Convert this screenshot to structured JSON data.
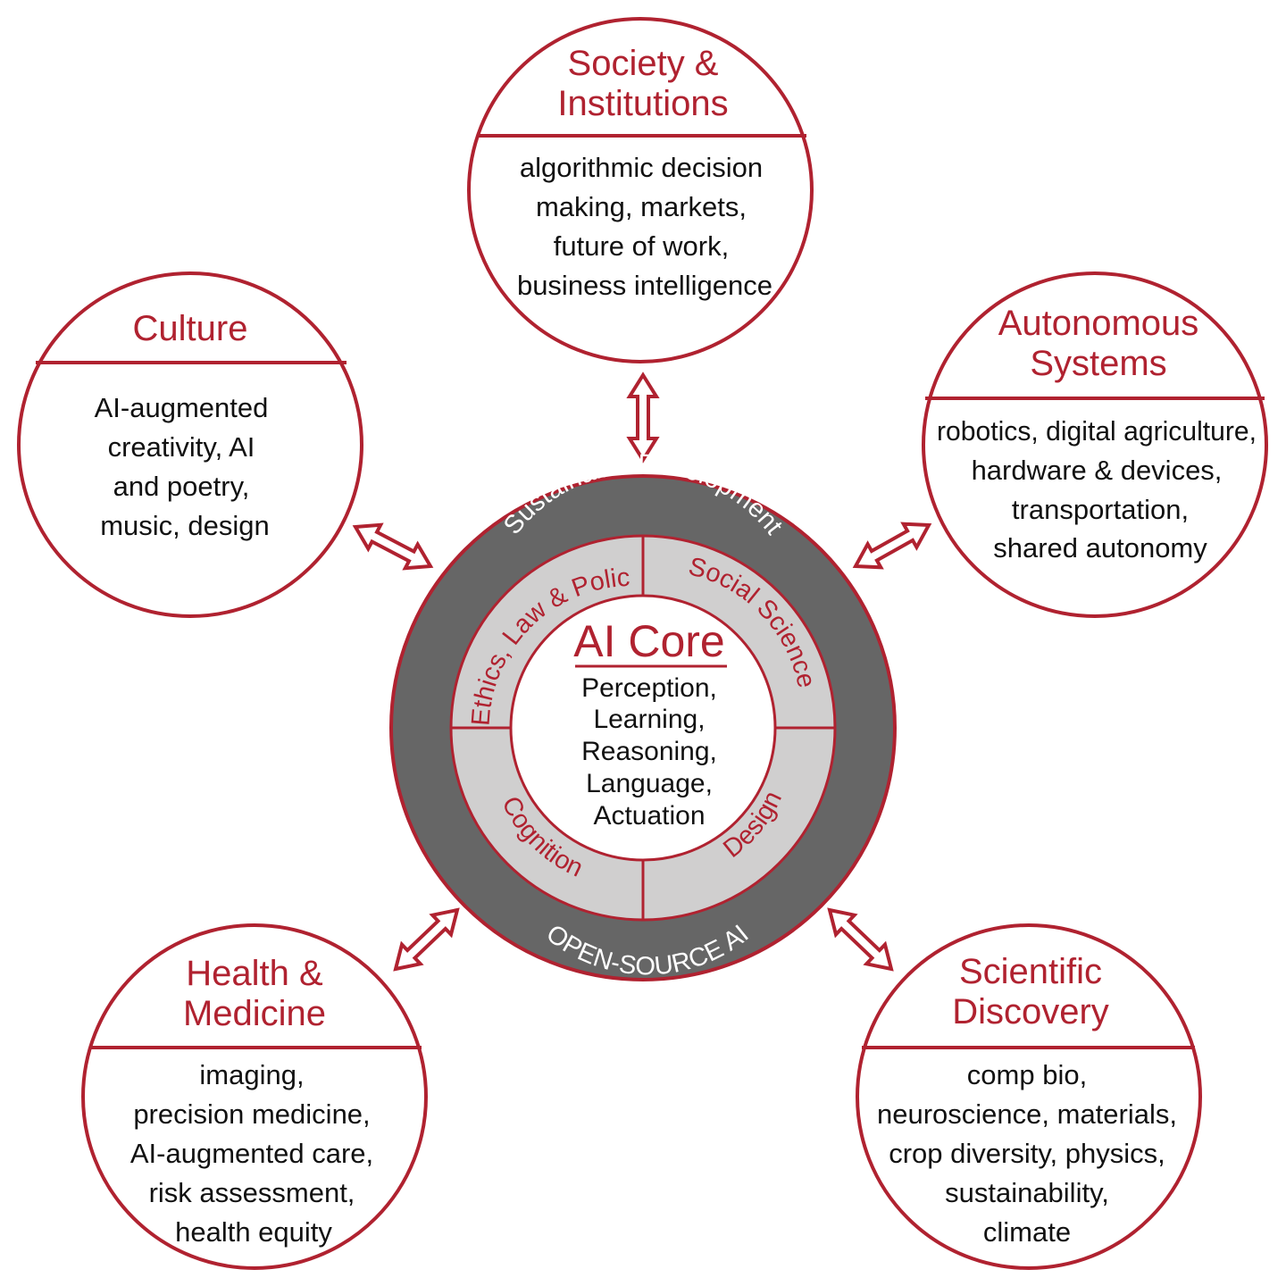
{
  "colors": {
    "accent": "#b02230",
    "outer_ring": "#666666",
    "inner_ring": "#d0cfcf",
    "text": "#111111",
    "background": "#ffffff"
  },
  "core": {
    "title": "AI Core",
    "lines": [
      "Perception,",
      "Learning,",
      "Reasoning,",
      "Language,",
      "Actuation"
    ]
  },
  "outer_ring": {
    "top": "Sustainable Development",
    "bottom": "OPEN-SOURCE AI"
  },
  "inner_segments": {
    "top_left": "Ethics, Law & Policy",
    "top_right": "Social Science",
    "bottom_left": "Cognition",
    "bottom_right": "Design"
  },
  "domains": [
    {
      "key": "society",
      "title": [
        "Society &",
        "Institutions"
      ],
      "lines": [
        "algorithmic decision",
        "making, markets,",
        "future of work,",
        "business intelligence"
      ]
    },
    {
      "key": "culture",
      "title": [
        "Culture"
      ],
      "lines": [
        "AI-augmented",
        "creativity, AI",
        "and poetry,",
        "music, design"
      ]
    },
    {
      "key": "autonomous",
      "title": [
        "Autonomous",
        "Systems"
      ],
      "lines": [
        "robotics, digital agriculture,",
        "hardware & devices,",
        "transportation,",
        "shared autonomy"
      ]
    },
    {
      "key": "health",
      "title": [
        "Health &",
        "Medicine"
      ],
      "lines": [
        "imaging,",
        "precision medicine,",
        "AI-augmented care,",
        "risk assessment,",
        "health equity"
      ]
    },
    {
      "key": "science",
      "title": [
        "Scientific",
        "Discovery"
      ],
      "lines": [
        "comp bio,",
        "neuroscience, materials,",
        "crop diversity, physics,",
        "sustainability,",
        "climate"
      ]
    }
  ]
}
